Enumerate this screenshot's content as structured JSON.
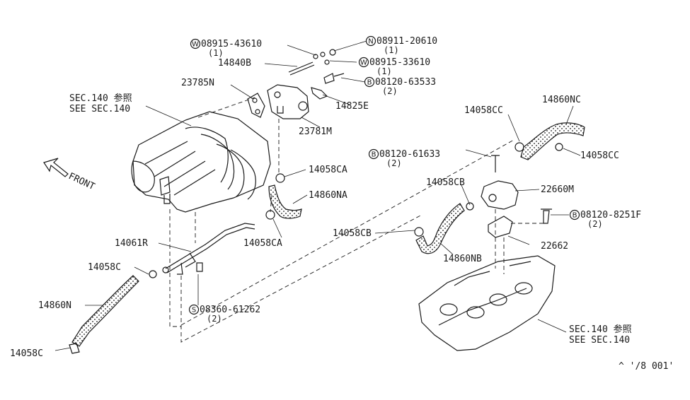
{
  "diagram": {
    "watermark": "^ '/8  001'",
    "front_label": "FRONT",
    "sections": {
      "upper_ref": [
        "SEC.140 参照",
        "SEE SEC.140"
      ],
      "lower_ref": [
        "SEC.140 参照",
        "SEE SEC.140"
      ]
    },
    "parts": [
      {
        "id": "p1",
        "prefix": "W",
        "number": "08915-43610",
        "qty": "(1)"
      },
      {
        "id": "p2",
        "prefix": "N",
        "number": "08911-20610",
        "qty": "(1)"
      },
      {
        "id": "p3",
        "prefix": "",
        "number": "14840B",
        "qty": ""
      },
      {
        "id": "p4",
        "prefix": "W",
        "number": "08915-33610",
        "qty": "(1)"
      },
      {
        "id": "p5",
        "prefix": "B",
        "number": "08120-63533",
        "qty": "(2)"
      },
      {
        "id": "p6",
        "prefix": "",
        "number": "23785N",
        "qty": ""
      },
      {
        "id": "p7",
        "prefix": "",
        "number": "14825E",
        "qty": ""
      },
      {
        "id": "p8",
        "prefix": "",
        "number": "23781M",
        "qty": ""
      },
      {
        "id": "p9",
        "prefix": "",
        "number": "14058CC",
        "qty": ""
      },
      {
        "id": "p10",
        "prefix": "",
        "number": "14860NC",
        "qty": ""
      },
      {
        "id": "p11",
        "prefix": "",
        "number": "14058CC",
        "qty": ""
      },
      {
        "id": "p12",
        "prefix": "B",
        "number": "08120-61633",
        "qty": "(2)"
      },
      {
        "id": "p13",
        "prefix": "",
        "number": "14058CA",
        "qty": ""
      },
      {
        "id": "p14",
        "prefix": "",
        "number": "14860NA",
        "qty": ""
      },
      {
        "id": "p15",
        "prefix": "",
        "number": "14058CB",
        "qty": ""
      },
      {
        "id": "p16",
        "prefix": "",
        "number": "22660M",
        "qty": ""
      },
      {
        "id": "p17",
        "prefix": "B",
        "number": "08120-8251F",
        "qty": "(2)"
      },
      {
        "id": "p18",
        "prefix": "",
        "number": "14058CA",
        "qty": ""
      },
      {
        "id": "p19",
        "prefix": "",
        "number": "14061R",
        "qty": ""
      },
      {
        "id": "p20",
        "prefix": "",
        "number": "14058CB",
        "qty": ""
      },
      {
        "id": "p21",
        "prefix": "",
        "number": "22662",
        "qty": ""
      },
      {
        "id": "p22",
        "prefix": "",
        "number": "14058C",
        "qty": ""
      },
      {
        "id": "p23",
        "prefix": "",
        "number": "14860NB",
        "qty": ""
      },
      {
        "id": "p24",
        "prefix": "",
        "number": "14860N",
        "qty": ""
      },
      {
        "id": "p25",
        "prefix": "S",
        "number": "08360-61262",
        "qty": "(2)"
      },
      {
        "id": "p26",
        "prefix": "",
        "number": "14058C",
        "qty": ""
      }
    ]
  }
}
